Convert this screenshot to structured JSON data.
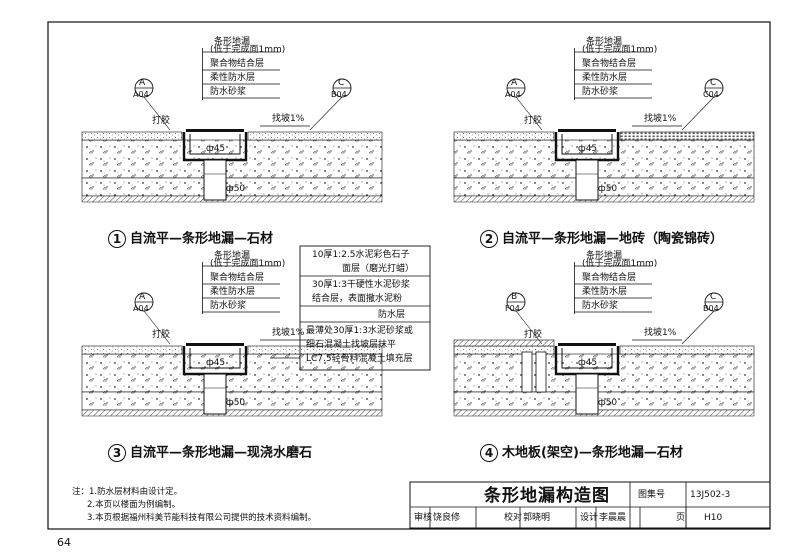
{
  "drawings": [
    {
      "caption_num": "1",
      "caption": "自流平—条形地漏—石材",
      "title_lines": [
        "条形地漏",
        "(低于完成面1mm)"
      ],
      "layers": [
        "聚合物结合层",
        "柔性防水层",
        "防水砂浆"
      ],
      "left_ref": {
        "top": "A",
        "bottom": "A04"
      },
      "right_ref": {
        "top": "C",
        "bottom": "B04"
      },
      "glue": "打胶",
      "slope": "找坡1%",
      "d1": "ф45",
      "d2": "ф50"
    },
    {
      "caption_num": "2",
      "caption": "自流平—条形地漏—地砖（陶瓷锦砖）",
      "title_lines": [
        "条形地漏",
        "(低于完成面1mm)"
      ],
      "layers": [
        "聚合物结合层",
        "柔性防水层",
        "防水砂浆"
      ],
      "left_ref": {
        "top": "A",
        "bottom": "A04"
      },
      "right_ref": {
        "top": "C",
        "bottom": "C04"
      },
      "glue": "打胶",
      "slope": "找坡1%",
      "d1": "ф45",
      "d2": "ф50"
    },
    {
      "caption_num": "3",
      "caption": "自流平—条形地漏—现浇水磨石",
      "title_lines": [
        "条形地漏",
        "(低于完成面1mm)"
      ],
      "layers": [
        "聚合物结合层",
        "柔性防水层",
        "防水砂浆"
      ],
      "left_ref": {
        "top": "A",
        "bottom": "A04"
      },
      "glue": "打胶",
      "slope": "找坡1%",
      "d1": "ф45",
      "d2": "ф50"
    },
    {
      "caption_num": "4",
      "caption": "木地板(架空)—条形地漏—石材",
      "title_lines": [
        "条形地漏",
        "(低于完成面1mm)"
      ],
      "layers": [
        "聚合物结合层",
        "柔性防水层",
        "防水砂浆"
      ],
      "left_ref": {
        "top": "B",
        "bottom": "F04"
      },
      "right_ref": {
        "top": "C",
        "bottom": "B04"
      },
      "glue": "打胶",
      "slope": "找坡1%",
      "d1": "ф45",
      "d2": "ф50"
    }
  ],
  "layer_spec": [
    "10厚1:2.5水泥彩色石子",
    "面层（磨光打蜡）",
    "30厚1:3干硬性水泥砂浆",
    "结合层，表面撒水泥粉",
    "防水层",
    "最薄处30厚1:3水泥砂浆或",
    "细石混凝土找坡层抹平",
    "LC7.5轻骨料混凝土填充层"
  ],
  "notes": [
    "注：1.防水层材料由设计定。",
    "2.本页以楼面为例编制。",
    "3.本页根据福州科美节能科技有限公司提供的技术资料编制。"
  ],
  "title_block": {
    "title": "条形地漏构造图",
    "atlas_label": "图集号",
    "atlas_no": "13J502-3",
    "review_label": "审核",
    "reviewer": "饶良修",
    "check_label": "校对",
    "checker": "郭晓明",
    "design_label": "设计",
    "designer": "李晨晨",
    "page_label": "页",
    "page_no": "H10"
  },
  "page_number": "64"
}
